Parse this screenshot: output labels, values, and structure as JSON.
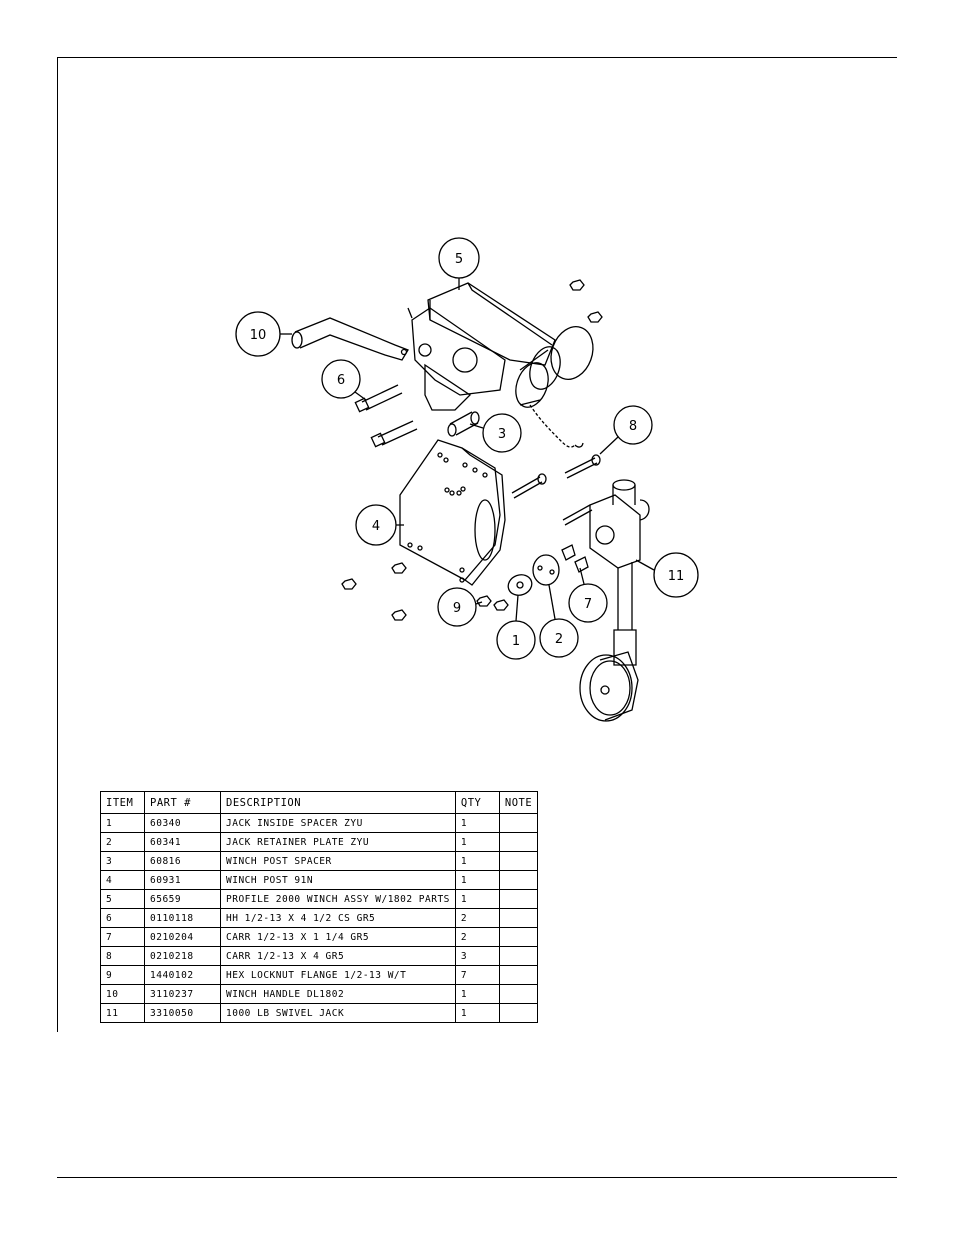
{
  "callouts": [
    "5",
    "10",
    "6",
    "3",
    "8",
    "4",
    "11",
    "9",
    "7",
    "2",
    "1"
  ],
  "bom": {
    "headers": {
      "item": "ITEM",
      "part": "PART #",
      "description": "DESCRIPTION",
      "qty": "QTY",
      "note": "NOTE"
    },
    "rows": [
      {
        "item": "1",
        "part": "60340",
        "description": "JACK INSIDE SPACER ZYU",
        "qty": "1",
        "note": ""
      },
      {
        "item": "2",
        "part": "60341",
        "description": "JACK RETAINER PLATE ZYU",
        "qty": "1",
        "note": ""
      },
      {
        "item": "3",
        "part": "60816",
        "description": "WINCH POST SPACER",
        "qty": "1",
        "note": ""
      },
      {
        "item": "4",
        "part": "60931",
        "description": "WINCH POST 91N",
        "qty": "1",
        "note": ""
      },
      {
        "item": "5",
        "part": "65659",
        "description": "PROFILE 2000 WINCH ASSY W/1802 PARTS",
        "qty": "1",
        "note": ""
      },
      {
        "item": "6",
        "part": "0110118",
        "description": "HH 1/2-13 X 4 1/2 CS GR5",
        "qty": "2",
        "note": ""
      },
      {
        "item": "7",
        "part": "0210204",
        "description": "CARR 1/2-13 X 1 1/4 GR5",
        "qty": "2",
        "note": ""
      },
      {
        "item": "8",
        "part": "0210218",
        "description": "CARR 1/2-13 X 4 GR5",
        "qty": "3",
        "note": ""
      },
      {
        "item": "9",
        "part": "1440102",
        "description": "HEX LOCKNUT FLANGE 1/2-13 W/T",
        "qty": "7",
        "note": ""
      },
      {
        "item": "10",
        "part": "3110237",
        "description": "WINCH HANDLE  DL1802",
        "qty": "1",
        "note": ""
      },
      {
        "item": "11",
        "part": "3310050",
        "description": "1000 LB SWIVEL JACK",
        "qty": "1",
        "note": ""
      }
    ]
  }
}
